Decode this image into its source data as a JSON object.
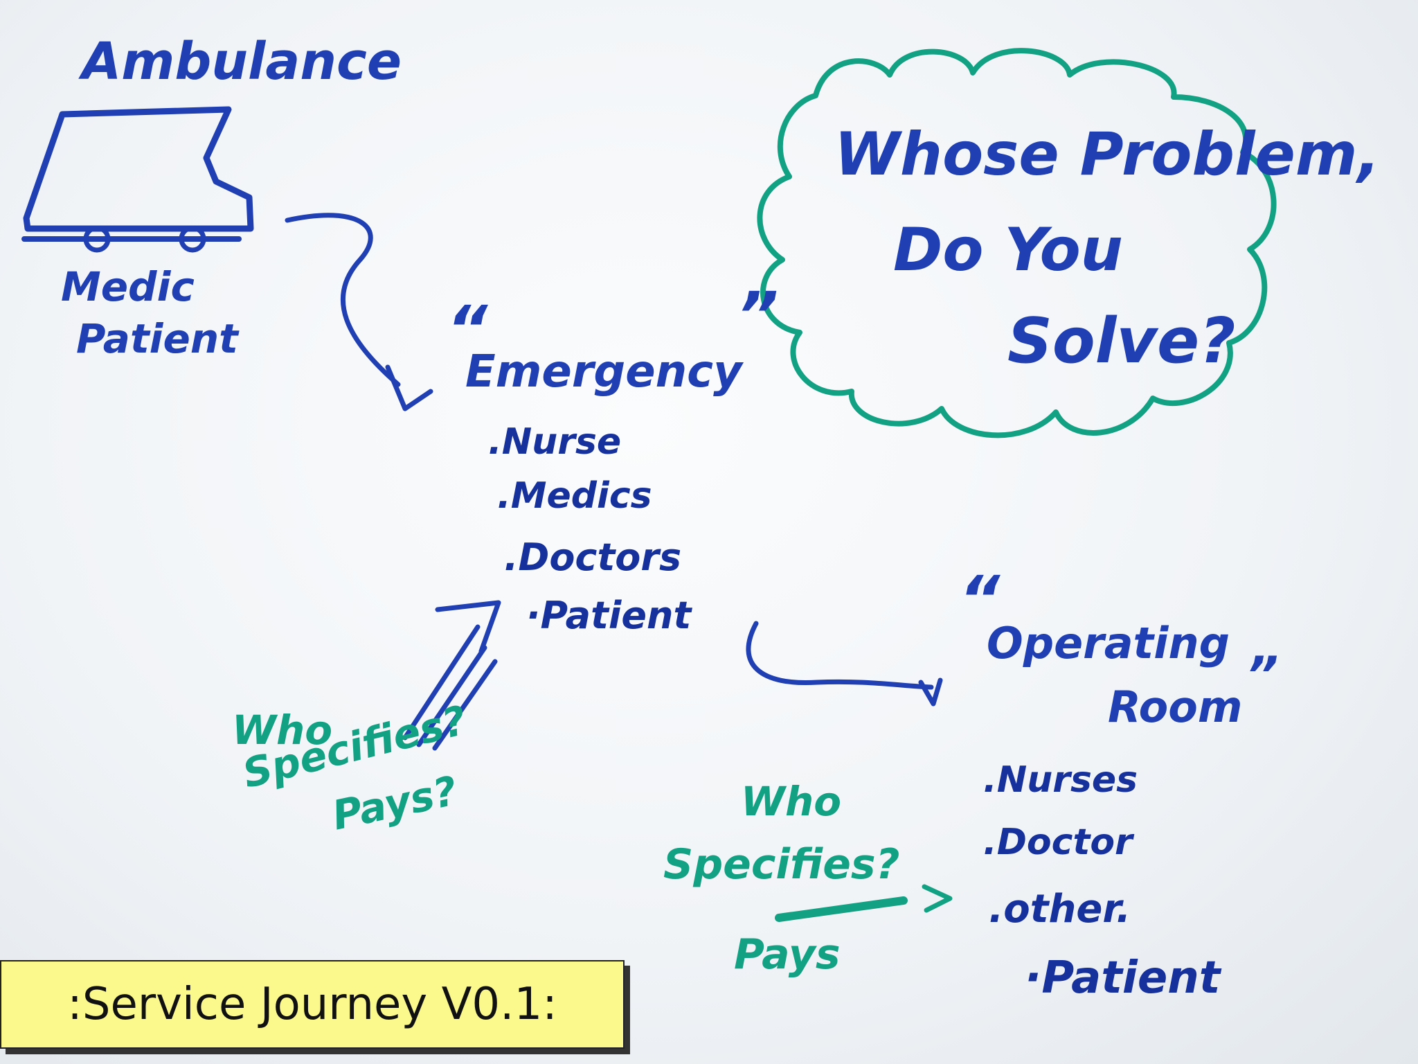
{
  "ambulance": {
    "title": "Ambulance",
    "crew": [
      "Medic",
      "Patient"
    ]
  },
  "emergency": {
    "open_quote": "“",
    "label": "Emergency",
    "close_quote": "”",
    "items": [
      ".Nurse",
      ".Medics",
      ".Doctors",
      "·Patient"
    ]
  },
  "operating_room": {
    "open_quote": "“",
    "label_line1": "Operating",
    "label_line2": "Room",
    "close_quote": "”",
    "items": [
      ".Nurses",
      ".Doctor",
      ".other.",
      "·Patient"
    ]
  },
  "question_cloud": {
    "lines": [
      "Whose Problem,",
      "Do You",
      "Solve?"
    ]
  },
  "who_left": {
    "lines": [
      "Who",
      "Specifies?",
      "Pays?"
    ]
  },
  "who_right": {
    "lines": [
      "Who",
      "Specifies?",
      "Pays"
    ]
  },
  "caption": ":Service Journey V0.1:",
  "colors": {
    "blue_marker": "#1f3fb3",
    "green_marker": "#13a184",
    "caption_bg": "#fbf98c"
  }
}
